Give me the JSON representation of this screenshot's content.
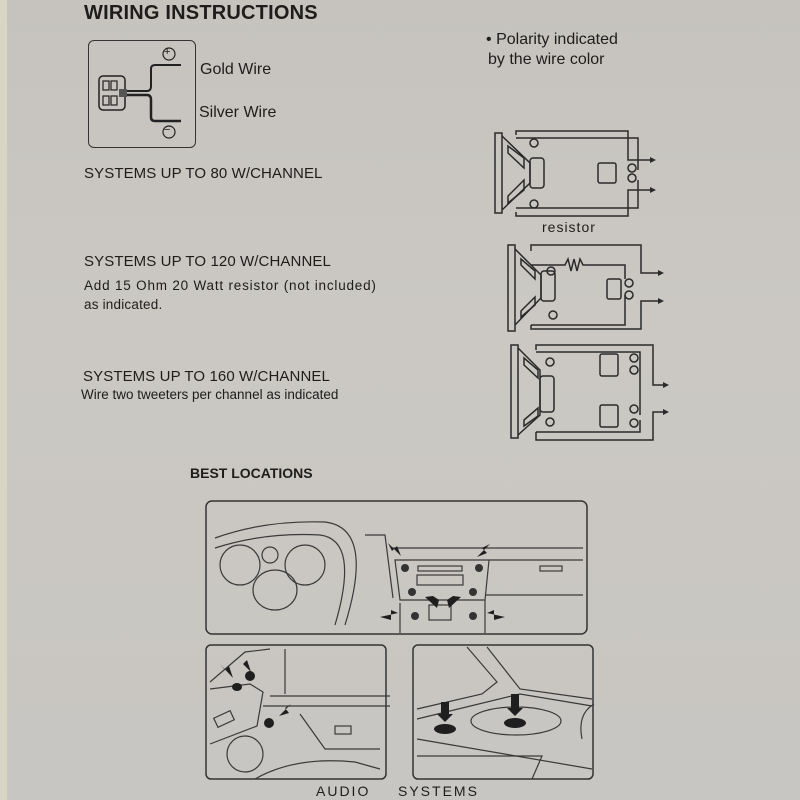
{
  "document": {
    "title": "WIRING INSTRUCTIONS",
    "legend": {
      "positive_symbol": "+",
      "negative_symbol": "−",
      "gold_label": "Gold Wire",
      "silver_label": "Silver Wire"
    },
    "polarity_note": {
      "bullet": "•",
      "line1": "Polarity indicated",
      "line2": "by the wire color"
    },
    "systems": [
      {
        "heading": "SYSTEMS UP TO 80 W/CHANNEL",
        "note_line1": "",
        "note_line2": "",
        "diagram_label": "resistor"
      },
      {
        "heading": "SYSTEMS UP TO 120 W/CHANNEL",
        "note_line1": "Add 15 Ohm 20 Watt resistor (not included)",
        "note_line2": "as indicated."
      },
      {
        "heading": "SYSTEMS UP TO 160 W/CHANNEL",
        "note_line1": "Wire two tweeters per channel as indicated"
      }
    ],
    "best_locations": {
      "heading": "BEST LOCATIONS",
      "caption_word1": "AUDIO",
      "caption_word2": "SYSTEMS"
    }
  }
}
